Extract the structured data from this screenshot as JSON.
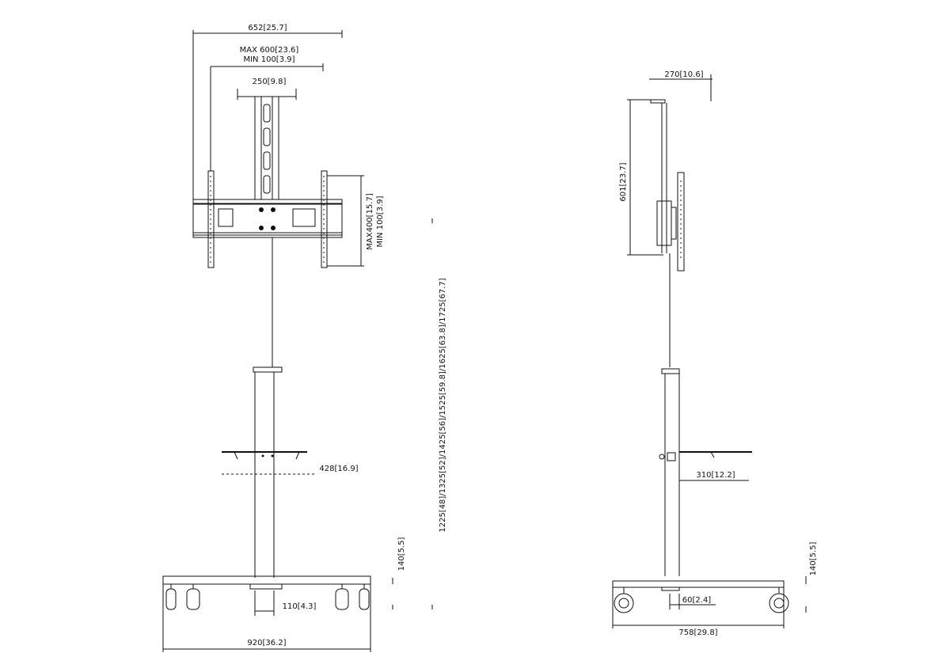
{
  "front_view": {
    "dimensions": {
      "top_width": "652[25.7]",
      "max_width": "MAX 600[23.6]",
      "min_width": "MIN 100[3.9]",
      "column_clamp": "250[9.8]",
      "max_height": "MAX400[15.7]",
      "min_height": "MIN 100[3.9]",
      "total_heights": "1225[48]/1325[52]/1425[56]/1525[59.8]/1625[63.8]/1725[67.7]",
      "shelf_width": "428[16.9]",
      "foot_height": "140[5.5]",
      "column_width": "110[4.3]",
      "base_width": "920[36.2]"
    }
  },
  "side_view": {
    "dimensions": {
      "top_depth": "270[10.6]",
      "bracket_height": "601[23.7]",
      "shelf_depth": "310[12.2]",
      "foot_height": "140[5.5]",
      "offset": "60[2.4]",
      "base_depth": "758[29.8]"
    }
  }
}
